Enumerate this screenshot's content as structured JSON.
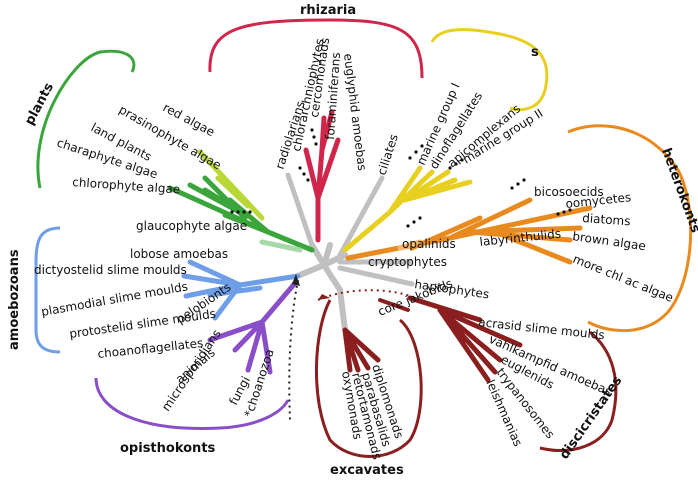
{
  "colors": {
    "rhizaria": "#d0264c",
    "s_group": "#e8d020",
    "plants": "#3aa53a",
    "plants_light": "#b8d838",
    "heterokonts": "#e88a1e",
    "amoebozoans": "#6f9ee8",
    "opisthokonts": "#8a4fc8",
    "excavates": "#8b1e1e",
    "discicristates": "#8b1e1e",
    "grey": "#c0c0c0"
  },
  "groups": {
    "rhizaria": "rhizaria",
    "s": "s",
    "plants": "plants",
    "heterokonts": "heterokonts",
    "amoebozoans": "amoebozoans",
    "opisthokonts": "opisthokonts",
    "excavates": "excavates",
    "discicristates": "discicristates"
  },
  "taxa": {
    "radiolarians": "radiolarians",
    "chlorarachniophytes": "chlorarchniophytes",
    "cercomonads": "cercomonads",
    "foraminiferans": "foraminiferans",
    "euglyphid_amoebas": "euglyphid amoebas",
    "ciliates": "ciliates",
    "marine_group_1": "marine group I",
    "dinoflagellates": "dinoflagellates",
    "apicomplexans": "apicomplexans",
    "marine_group_2": "marine group II",
    "red_algae": "red algae",
    "prasinophyte_algae": "prasinophyte algae",
    "land_plants": "land plants",
    "charaphyte_algae": "charaphyte algae",
    "chlorophyte_algae": "chlorophyte algae",
    "glaucophyte_algae": "glaucophyte algae",
    "bicosoecids": "bicosoecids",
    "oomycetes": "oomycetes",
    "diatoms": "diatoms",
    "brown_algae": "brown algae",
    "more_chl_ac_algae": "more chl ac algae",
    "opalinids": "opalinids",
    "labyrinthulids": "labyrinthulids",
    "cryptophytes": "cryptophytes",
    "haptophytes": "haptophytes",
    "lobose_amoebas": "lobose amoebas",
    "dictyostelid": "dictyostelid slime moulds",
    "plasmodial": "plasmodial slime moulds",
    "protostelid": "protostelid slime moulds",
    "pelobionts": "pelobionts",
    "choanoflagellates": "choanoflagellates",
    "animals": "animals",
    "microsporidians": "microsporidians",
    "fungi": "fungi",
    "choanozoa": "*choanozoa",
    "diplomonads": "diplomonads",
    "parabasalids": "parabasalids",
    "retortamonads": "retortamonads",
    "oxymonads": "oxymonads",
    "core_jakobids": "core jakobids",
    "acrasid": "acrasid slime moulds",
    "vahlkampfid": "vahlkampfid amoebas",
    "euglenids": "euglenids",
    "trypanosomes": "trypanosomes",
    "leishmanias": "leishmanias"
  }
}
